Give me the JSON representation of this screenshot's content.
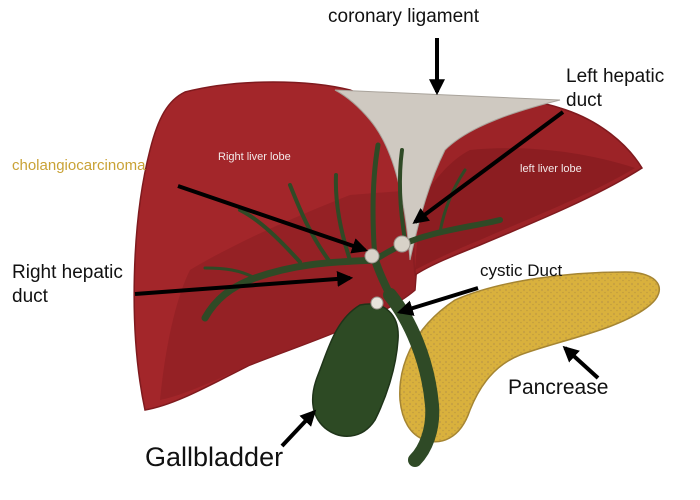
{
  "labels": {
    "coronary_ligament": "coronary ligament",
    "left_hepatic_duct_line1": "Left hepatic",
    "left_hepatic_duct_line2": "duct",
    "right_liver_lobe": "Right liver lobe",
    "left_liver_lobe": "left liver lobe",
    "cholangiocarcinoma": "cholangiocarcinoma",
    "right_hepatic_duct_line1": "Right hepatic",
    "right_hepatic_duct_line2": "duct",
    "cystic_duct": "cystic Duct",
    "pancreas": "Pancrease",
    "gallbladder": "Gallbladder"
  },
  "colors": {
    "liver": "#a3262a",
    "liver_dark": "#7f1a1e",
    "liver_shadow": "#8e2024",
    "ligament": "#cfc9c1",
    "duct": "#2f4a26",
    "gallbladder": "#2d4a24",
    "pancreas": "#d9b13d",
    "pancreas_texture": "#b89a55",
    "tumor": "#d8d2c8",
    "tumor_label": "#c9a236"
  }
}
